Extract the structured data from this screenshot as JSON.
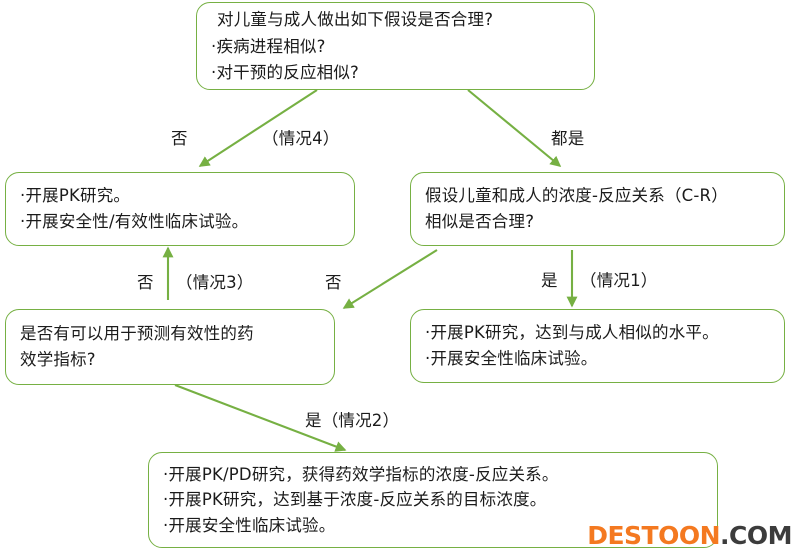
{
  "diagram": {
    "title_node": {
      "head": "对儿童与成人做出如下假设是否合理?",
      "bullet1": "·疾病进程相似?",
      "bullet2": "·对干预的反应相似?"
    },
    "node_case4": {
      "bullet1": "·开展PK研究。",
      "bullet2": "·开展安全性/有效性临床试验。"
    },
    "node_cr": {
      "line1": "假设儿童和成人的浓度-反应关系（C-R）",
      "line2": "相似是否合理?"
    },
    "node_pd": {
      "line1": "是否有可以用于预测有效性的药",
      "line2": "效学指标?"
    },
    "node_case1": {
      "bullet1": "·开展PK研究，达到与成人相似的水平。",
      "bullet2": "·开展安全性临床试验。"
    },
    "node_case2": {
      "bullet1": "·开展PK/PD研究，获得药效学指标的浓度-反应关系。",
      "bullet2": "·开展PK研究，达到基于浓度-反应关系的目标浓度。",
      "bullet3": "·开展安全性临床试验。"
    },
    "edge_labels": {
      "top_left_no": "否",
      "top_left_case": "（情况4）",
      "top_right_all_yes": "都是",
      "pd_to_case4_no": "否",
      "pd_to_case4_case": "（情况3）",
      "cr_to_pd_no": "否",
      "cr_to_case1_yes": "是",
      "cr_to_case1_case": "（情况1）",
      "pd_to_case2_yes": "是（情况2）"
    },
    "colors": {
      "edge": "#76b043",
      "border": "#76b043",
      "text": "#1b1b1b"
    }
  },
  "watermark": {
    "part_a": "DESTOON",
    "part_b": ".COM"
  }
}
